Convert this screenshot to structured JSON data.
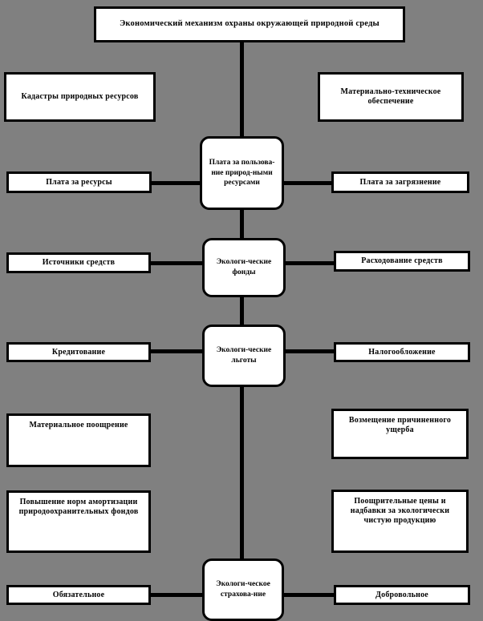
{
  "diagram": {
    "title_box": {
      "label": "Экономический механизм охраны окружающей природной среды"
    },
    "nodes": [
      {
        "id": "plata-polzovanie",
        "label": "Плата за пользова-ние природ-ными ресурсами"
      },
      {
        "id": "ekologicheskie-fondy",
        "label": "Экологи-ческие фонды"
      },
      {
        "id": "ekologicheskie-lgoty",
        "label": "Экологи-ческие льготы"
      },
      {
        "id": "ekologicheskoe-strahovanie",
        "label": "Экологи-ческое страхова-ние"
      }
    ],
    "side_boxes": [
      {
        "id": "kadastry",
        "label": "Кадастры природных ресурсов",
        "side": "left"
      },
      {
        "id": "materialno-tehnicheskoe",
        "label": "Материально-техническое обеспечение",
        "side": "right"
      },
      {
        "id": "plata-za-resursy",
        "label": "Плата за ресурсы",
        "side": "left"
      },
      {
        "id": "plata-za-zagryaznenie",
        "label": "Плата за загрязнение",
        "side": "right"
      },
      {
        "id": "istochniki-sredstv",
        "label": "Источники средств",
        "side": "left"
      },
      {
        "id": "rashodovanie-sredstv",
        "label": "Расходование  средств",
        "side": "right"
      },
      {
        "id": "kreditovanie",
        "label": "Кредитование",
        "side": "left"
      },
      {
        "id": "nalogooblozhenie",
        "label": "Налогообложение",
        "side": "right"
      },
      {
        "id": "materialnoe-pooshchrenie",
        "label": "Материальное поощрение",
        "side": "left"
      },
      {
        "id": "vozmeshchenie-ushcherba",
        "label": "Возмещение причиненного ущерба",
        "side": "right"
      },
      {
        "id": "povyshenie-norm-amortizacii",
        "label": "Повышение норм амортизации природоохранительных фондов",
        "side": "left"
      },
      {
        "id": "pooshchritelnye-ceny",
        "label": "Поощрительные цены и надбавки за экологически чистую продукцию",
        "side": "right"
      },
      {
        "id": "obyazatelnoe",
        "label": "Обязательное",
        "side": "left"
      },
      {
        "id": "dobrovolnoe",
        "label": "Добровольное",
        "side": "right"
      }
    ],
    "colors": {
      "background": "#808080",
      "box_fill": "#ffffff",
      "line": "#000000",
      "text": "#000000"
    }
  }
}
